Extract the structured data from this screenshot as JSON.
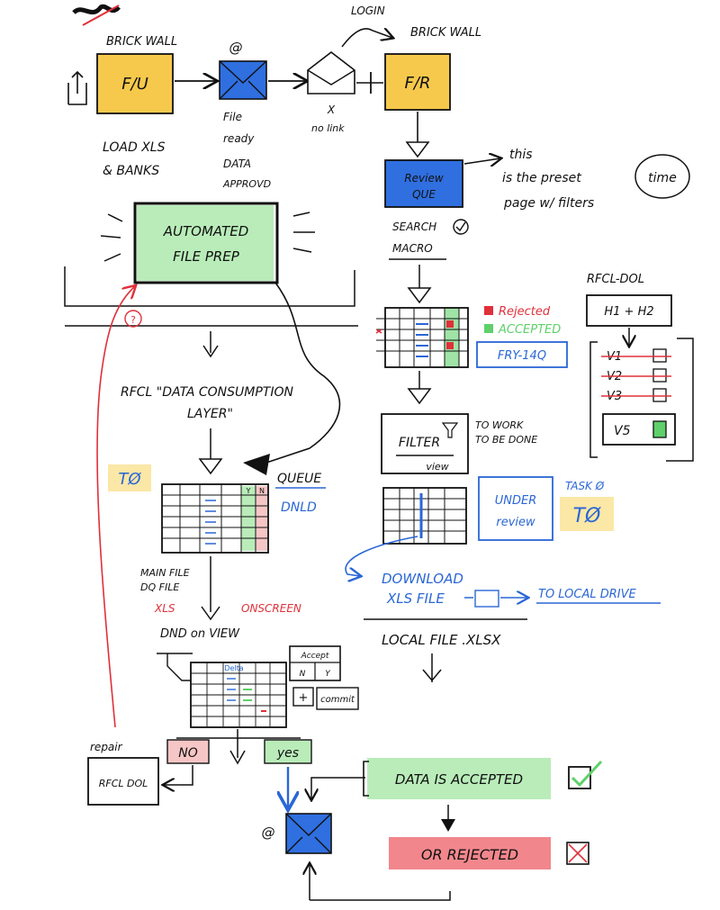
{
  "colors": {
    "ink": "#111111",
    "yellow": "#f5c338",
    "blue": "#2f6fe0",
    "blue_ink": "#2a66d6",
    "green": "#5fd06a",
    "green_hl": "#b9ecb9",
    "red": "#e0303a",
    "red_hl": "#f07a80",
    "pink": "#f6c6c6",
    "yellow_hl": "#fbe7a6"
  },
  "top_flow": {
    "left_label": "BRICK WALL",
    "left_box": "F/U",
    "mail_at": "@",
    "file_ready": [
      "File",
      "ready",
      "DATA",
      "APPROVD"
    ],
    "login": "LOGIN",
    "x_label": "X",
    "no_link": "no link",
    "right_label": "BRICK WALL",
    "right_box": "F/R",
    "load_lines": [
      "LOAD XLS",
      "& BANKS"
    ]
  },
  "review": {
    "box": [
      "Review",
      "QUE"
    ],
    "note": [
      "this",
      "is the preset",
      "page w/ filters"
    ],
    "bubble": "time",
    "search": [
      "SEARCH",
      "MACRO"
    ]
  },
  "automated": {
    "lines": [
      "AUTOMATED",
      "FILE PREP"
    ],
    "question": "?"
  },
  "legend": {
    "rejected": "Rejected",
    "accepted": "ACCEPTED",
    "fry": "FRY-14Q"
  },
  "rfcl_dol": {
    "title": "RFCL-DOL",
    "h_box": "H1 + H2",
    "versions": [
      "V1",
      "V2",
      "V3"
    ],
    "v5": "V5"
  },
  "consumption": {
    "lines": [
      "RFCL \"DATA CONSUMPTION",
      "LAYER\""
    ],
    "t0": "TØ",
    "queue": "QUEUE",
    "dnld": "DNLD",
    "col_y": "Y",
    "col_n": "N"
  },
  "filter": {
    "box": "FILTER",
    "view": "view",
    "note": [
      "TO WORK",
      "TO BE DONE"
    ],
    "under_review": [
      "UNDER",
      "review"
    ],
    "task": "TASK Ø",
    "task_t0": "TØ"
  },
  "download": {
    "lines": [
      "DOWNLOAD",
      "XLS FILE"
    ],
    "to_local": "TO LOCAL DRIVE",
    "local_file": "LOCAL FILE .XLSX"
  },
  "main_file": {
    "lines": [
      "MAIN FILE",
      "DQ FILE"
    ],
    "xls": "XLS",
    "onscreen": "ONSCREEN",
    "dnd_view": "DND on VIEW",
    "col_head": "Delta",
    "accept": "Accept",
    "accept_n": "N",
    "accept_y": "Y",
    "plus": "+",
    "commit": "commit"
  },
  "bottom": {
    "repair": "repair",
    "repair_box": "RFCL DOL",
    "no": "NO",
    "yes": "yes",
    "accepted": "DATA IS ACCEPTED",
    "rejected": "OR REJECTED",
    "at": "@"
  }
}
